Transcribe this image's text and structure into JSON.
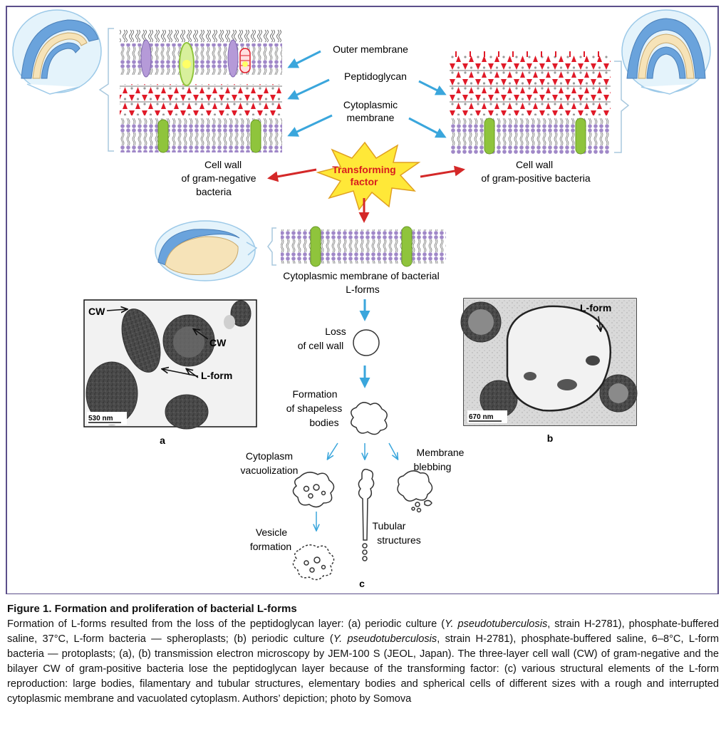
{
  "labels": {
    "outer_membrane": "Outer membrane",
    "peptidoglycan": "Peptidoglycan",
    "cytoplasmic_membrane_1": "Cytoplasmic",
    "cytoplasmic_membrane_2": "membrane",
    "transforming_factor_1": "Transforming",
    "transforming_factor_2": "factor",
    "gram_negative_1": "Cell wall",
    "gram_negative_2": "of gram-negative",
    "gram_negative_3": "bacteria",
    "gram_positive_1": "Cell wall",
    "gram_positive_2": "of gram-positive bacteria",
    "lform_membrane_1": "Cytoplasmic membrane of bacterial",
    "lform_membrane_2": "L-forms",
    "loss_1": "Loss",
    "loss_2": "of cell wall",
    "formation_1": "Formation",
    "formation_2": "of shapeless",
    "formation_3": "bodies",
    "vacuolization_1": "Cytoplasm",
    "vacuolization_2": "vacuolization",
    "blebbing_1": "Membrane",
    "blebbing_2": "blebbing",
    "vesicle_1": "Vesicle",
    "vesicle_2": "formation",
    "tubular_1": "Tubular",
    "tubular_2": "structures",
    "panel_a": "a",
    "panel_b": "b",
    "panel_c": "c"
  },
  "micrograph_a": {
    "cw_top": "CW",
    "cw_right": "CW",
    "lform": "L-form",
    "scale": "530 nm"
  },
  "micrograph_b": {
    "lform": "L-form",
    "scale": "670 nm"
  },
  "caption": {
    "title": "Figure 1. Formation and proliferation of bacterial L-forms",
    "p1": "Formation of L-forms resulted from the loss of the peptidoglycan layer: (a) periodic culture (",
    "species_a": "Y. pseudotuberculosis",
    "p2": ", strain H-2781), phosphate-buffered saline, 37°C, L-form bacteria — spheroplasts; (b) periodic culture (",
    "species_b": "Y. pseudotuberculosis",
    "p3": ", strain H-2781), phosphate-buffered saline, 6–8°C, L-form bacteria — protoplasts; (a), (b) transmission electron microscopy by JEM-100 S (JEOL, Japan). The three-layer cell wall (CW) of gram-negative and the bilayer CW of gram-positive bacteria lose the peptidoglycan layer because of the transforming factor: (c) various structural elements of the L-form reproduction: large bodies, filamentary and tubular structures, elementary bodies and spherical cells of different sizes with a rough and interrupted cytoplasmic membrane and vacuolated cytoplasm. Authors’ depiction; photo by Somova"
  },
  "colors": {
    "frame": "#5b4f8a",
    "membrane_head": "#a088c8",
    "membrane_tail": "#777777",
    "peptidoglycan_red": "#e01a28",
    "protein_green": "#8fc43c",
    "porin_purple": "#b59ad8",
    "arrow_blue": "#3aa6dc",
    "arrow_red": "#d42828",
    "star_yellow": "#ffe838",
    "star_text": "#d81e1e",
    "cell_beige": "#f6e3b8",
    "cell_blue": "#6aa3dc"
  }
}
